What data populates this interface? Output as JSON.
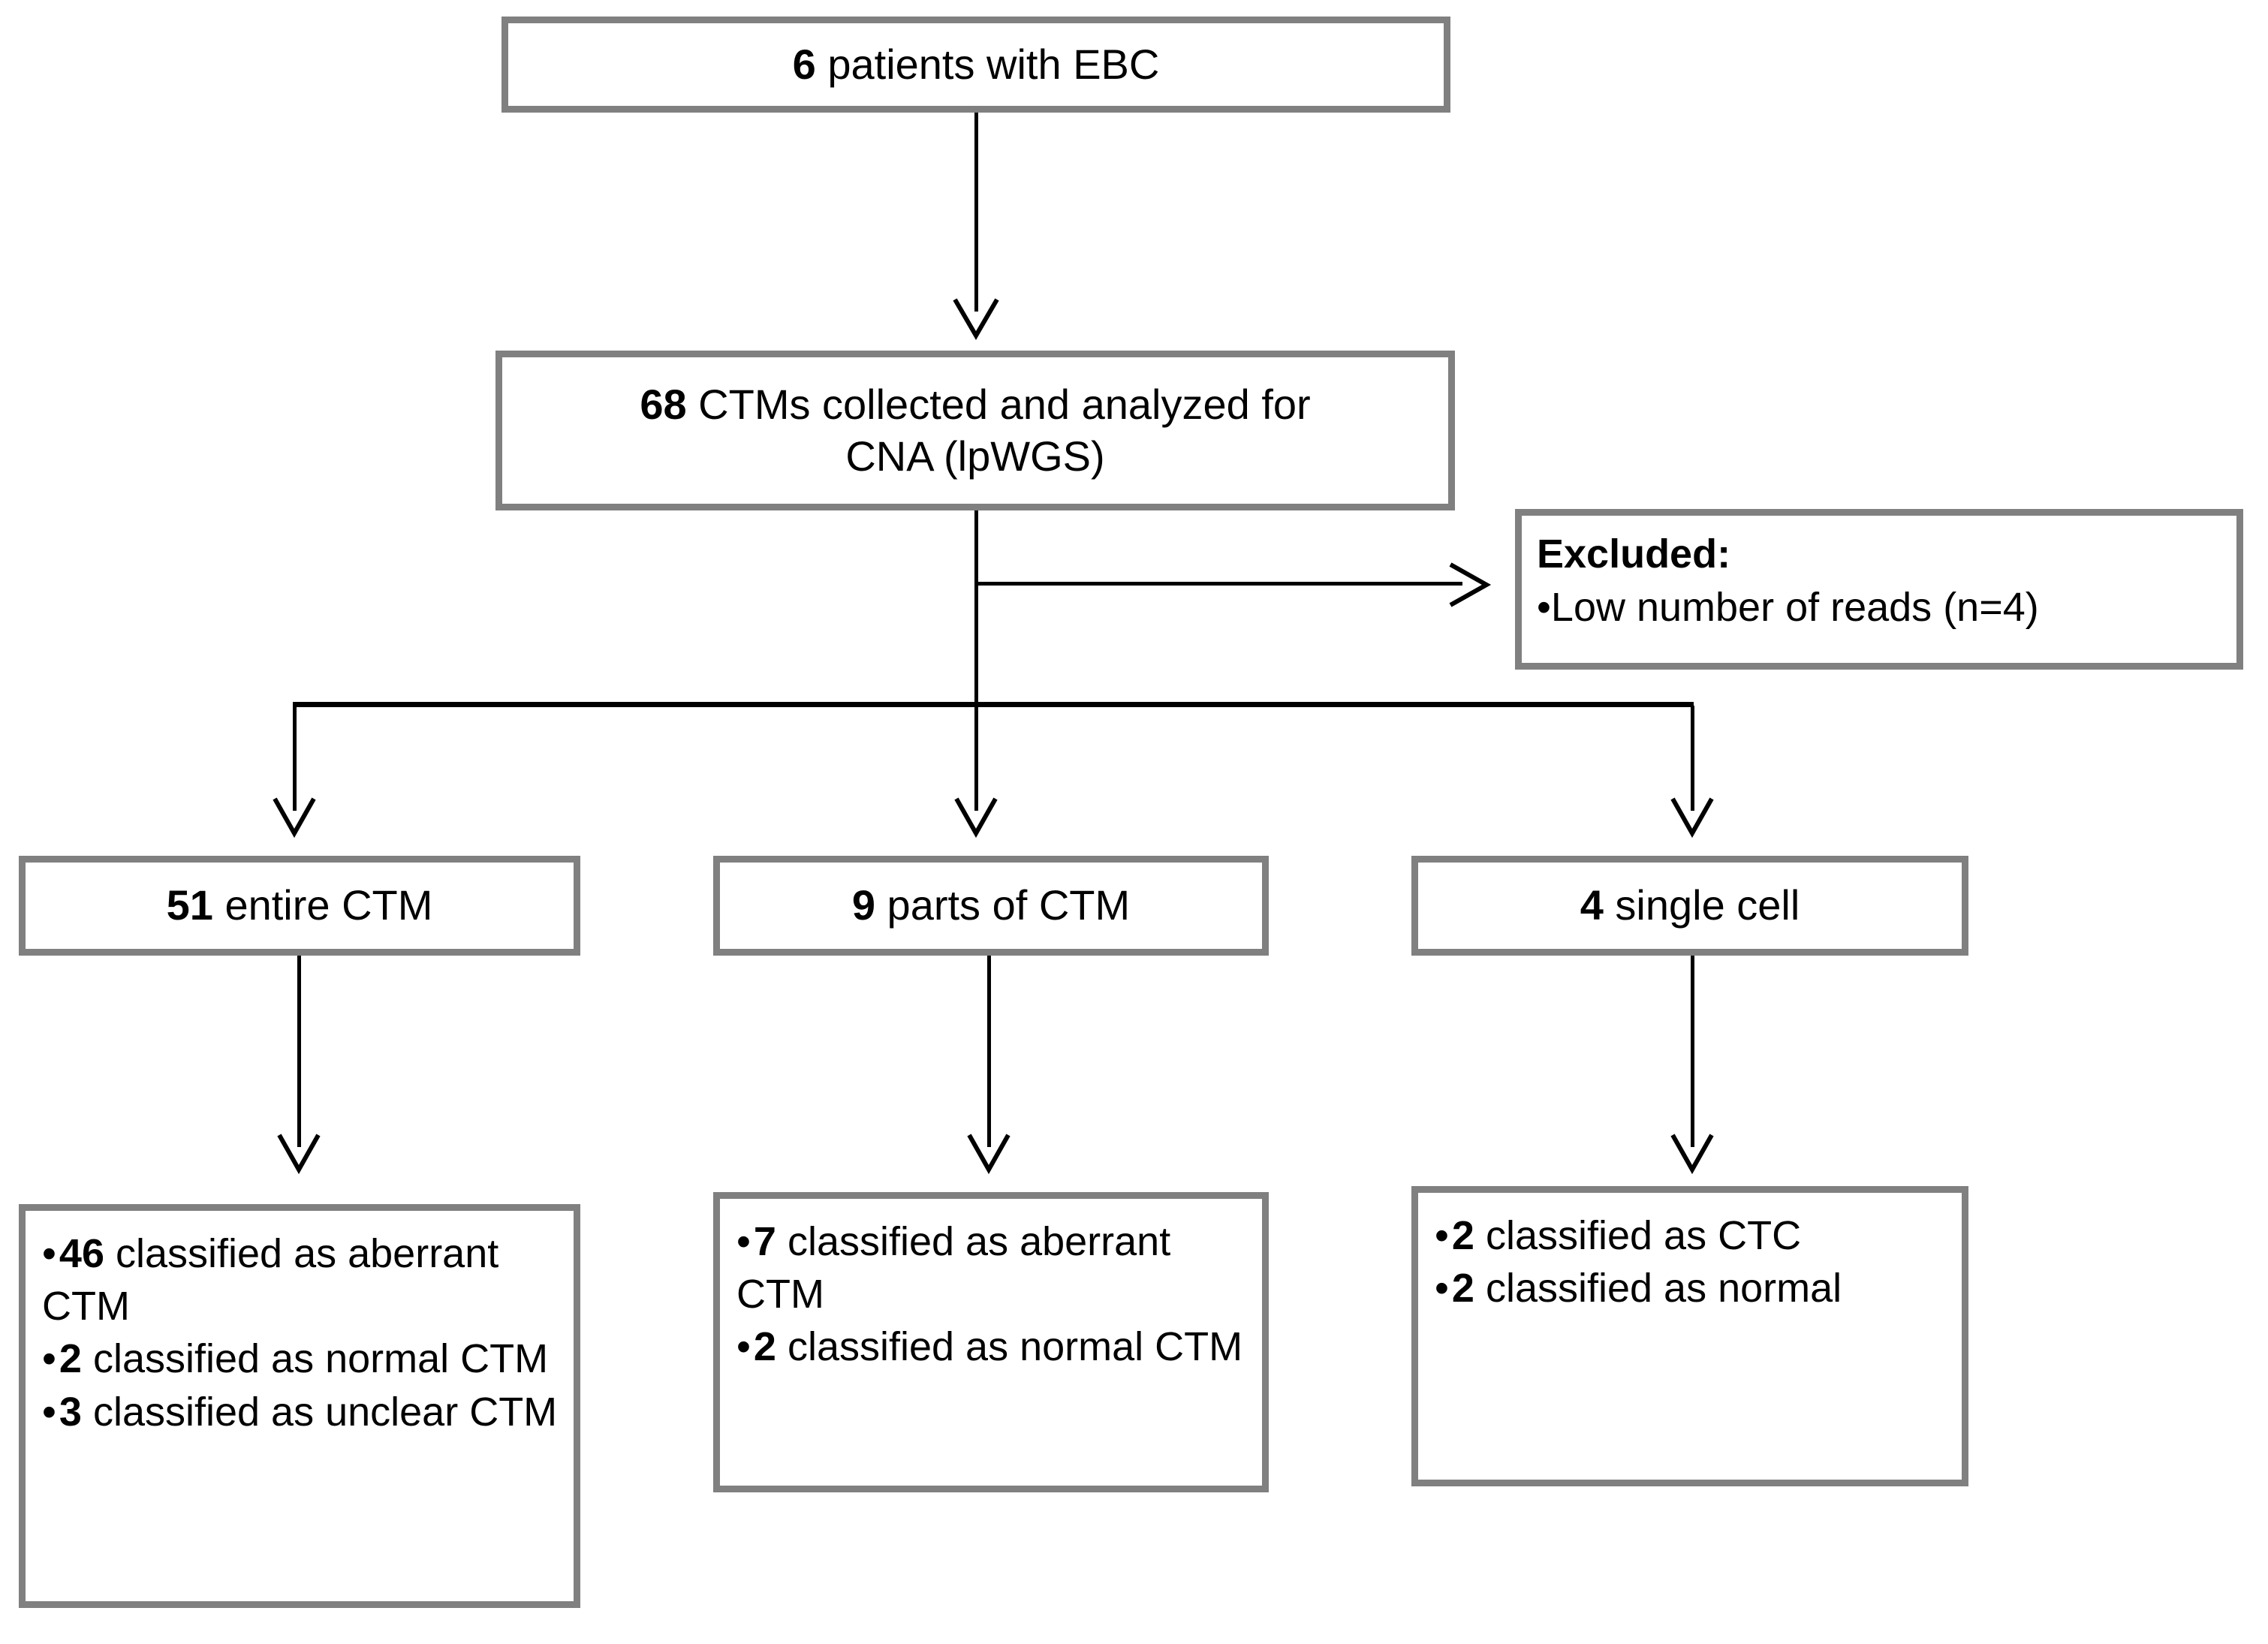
{
  "diagram": {
    "title": "CTM analysis flow diagram",
    "colors": {
      "box_border": "#808080",
      "box_fill": "#ffffff",
      "connector": "#000000",
      "text": "#000000"
    },
    "nodes": {
      "patients": {
        "count": "6",
        "text": " patients with EBC",
        "full": "6 patients with EBC"
      },
      "ctms": {
        "count": "68",
        "line1_rest": " CTMs collected and analyzed for",
        "line2": "CNA (lpWGS)",
        "full": "68 CTMs collected and analyzed for CNA (lpWGS)"
      },
      "excluded": {
        "heading": "Excluded:",
        "items": [
          {
            "bullet": "•",
            "text": "Low number  of reads  (n=4)"
          }
        ]
      },
      "entire_ctm": {
        "count": "51",
        "text": " entire CTM",
        "full": "51 entire CTM"
      },
      "parts_of_ctm": {
        "count": "9",
        "text": " parts of CTM",
        "full": "9 parts of CTM"
      },
      "single_cell": {
        "count": "4",
        "text": " single cell",
        "full": "4 single cell"
      },
      "entire_ctm_results": {
        "items": [
          {
            "bullet": "•",
            "count": "46",
            "text": " classified as aberrant CTM"
          },
          {
            "bullet": "•",
            "count": "2",
            "text": " classified as normal CTM"
          },
          {
            "bullet": "•",
            "count": "3",
            "text": " classified as unclear CTM"
          }
        ]
      },
      "parts_of_ctm_results": {
        "items": [
          {
            "bullet": "•",
            "count": "7",
            "text": " classified as aberrant CTM"
          },
          {
            "bullet": "•",
            "count": "2",
            "text": " classified as normal CTM"
          }
        ]
      },
      "single_cell_results": {
        "items": [
          {
            "bullet": "•",
            "count": "2",
            "text": " classified as CTC"
          },
          {
            "bullet": "•",
            "count": "2",
            "text": " classified as normal"
          }
        ]
      }
    },
    "connectors": [
      {
        "name": "patients-to-ctms",
        "type": "arrow-down"
      },
      {
        "name": "ctms-to-excluded",
        "type": "arrow-right"
      },
      {
        "name": "ctms-split-bar",
        "type": "horizontal-bar"
      },
      {
        "name": "split-to-entire-ctm",
        "type": "arrow-down"
      },
      {
        "name": "split-to-parts-of-ctm",
        "type": "arrow-down"
      },
      {
        "name": "split-to-single-cell",
        "type": "arrow-down"
      },
      {
        "name": "entire-ctm-to-results",
        "type": "arrow-down"
      },
      {
        "name": "parts-of-ctm-to-results",
        "type": "arrow-down"
      },
      {
        "name": "single-cell-to-results",
        "type": "arrow-down"
      }
    ]
  }
}
